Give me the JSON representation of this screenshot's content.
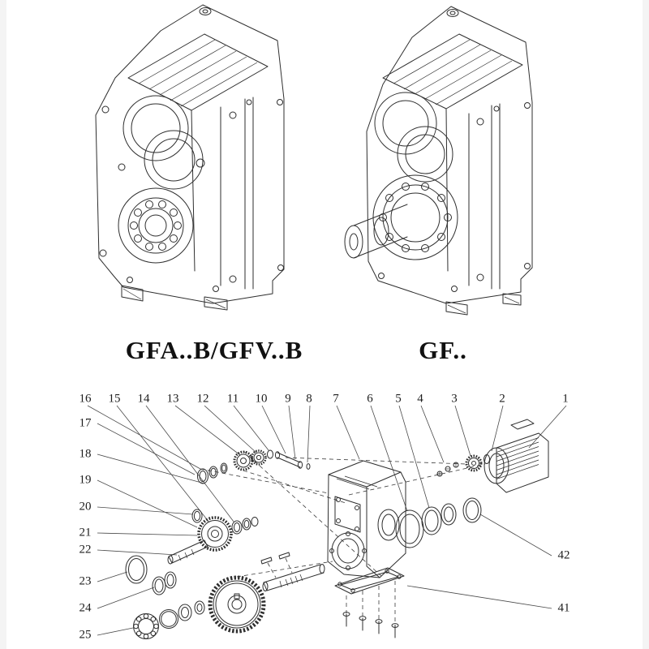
{
  "models": [
    {
      "label": "GFA..B/GFV..B"
    },
    {
      "label": "GF.."
    }
  ],
  "exploded": {
    "callouts_top": [
      "16",
      "15",
      "14",
      "13",
      "12",
      "11",
      "10",
      "9",
      "8",
      "7",
      "6",
      "5",
      "4",
      "3",
      "2",
      "1"
    ],
    "callouts_left": [
      "17",
      "18",
      "19",
      "20",
      "21",
      "22",
      "23",
      "24",
      "25"
    ],
    "callouts_right": [
      "42",
      "41"
    ]
  },
  "colors": {
    "line": "#2e2e2e",
    "background": "#ffffff"
  }
}
